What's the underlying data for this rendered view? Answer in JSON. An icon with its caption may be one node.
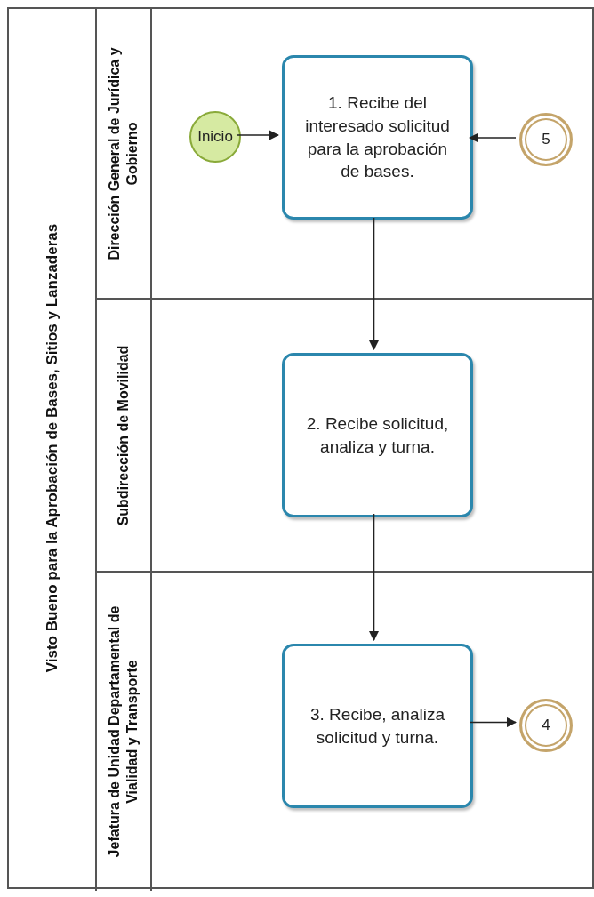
{
  "diagram": {
    "nodes": [
      {
        "text": [
          "Visto Bueno para la Aprobación de Bases, Sitios y Lanzaderas"
        ]
      },
      {
        "text": [
          "Dirección General de Jurídica y Gobierno"
        ],
        "in": 0
      },
      {
        "text": [
          "Subdirección de Movilidad"
        ],
        "in": 0
      },
      {
        "text": [
          "Jefatura de Unidad Departamental de Vialidad y Transporte"
        ],
        "in": 0
      },
      {
        "text": [
          "Inicio"
        ],
        "in": 1
      },
      {
        "text": [
          "1. Recibe del interesado solicitud para la aprobación de bases."
        ],
        "in": 1
      },
      {
        "text": [
          "5"
        ],
        "in": 1
      },
      {
        "text": [
          "2. Recibe solicitud, analiza y turna."
        ],
        "in": 2
      },
      {
        "text": [
          "3. Recibe, analiza solicitud y turna."
        ],
        "in": 3
      },
      {
        "text": [
          "4"
        ],
        "in": 3
      }
    ],
    "edges": [
      {
        "from": 4,
        "to": 5,
        "arrow": "to"
      },
      {
        "from": 6,
        "to": 5,
        "arrow": "to"
      },
      {
        "from": 5,
        "to": 7,
        "arrow": "to"
      },
      {
        "from": 7,
        "to": 8,
        "arrow": "to"
      },
      {
        "from": 8,
        "to": 9,
        "arrow": "to"
      }
    ]
  }
}
